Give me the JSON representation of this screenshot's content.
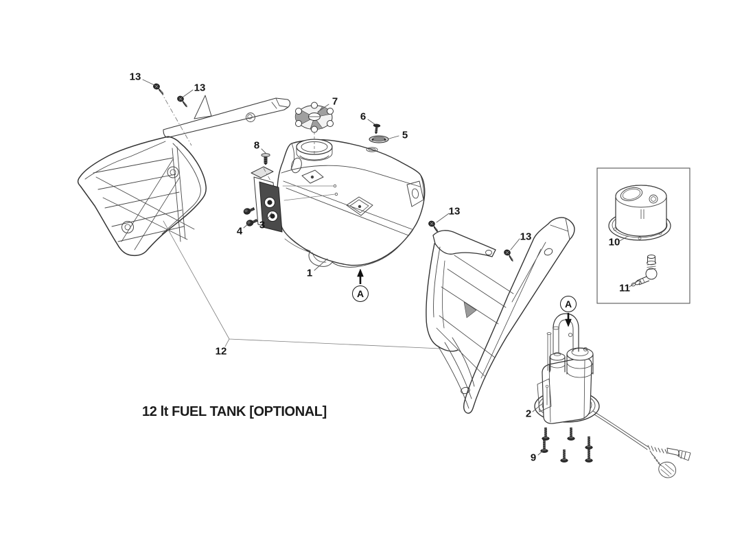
{
  "diagram": {
    "title": "12 lt FUEL TANK [OPTIONAL]",
    "view_markers": {
      "tank": "A",
      "pump": "A"
    },
    "callouts": {
      "fuel_tank": "1",
      "fuel_pump": "2",
      "mount_bracket": "3",
      "bracket_screws": "4",
      "vent_plate": "5",
      "cap_screw": "6",
      "fuel_cap": "7",
      "bracket_screw": "8",
      "pump_screws": "9",
      "pump_cover": "10",
      "outlet_fitting": "11",
      "side_panels": "12",
      "screw_panel_left_1": "13",
      "screw_panel_left_2": "13",
      "screw_panel_right_1": "13",
      "screw_panel_right_2": "13"
    },
    "colors": {
      "line": "#454545",
      "dark_part": "#2a2a2a",
      "label": "#141414",
      "background": "#ffffff"
    }
  }
}
